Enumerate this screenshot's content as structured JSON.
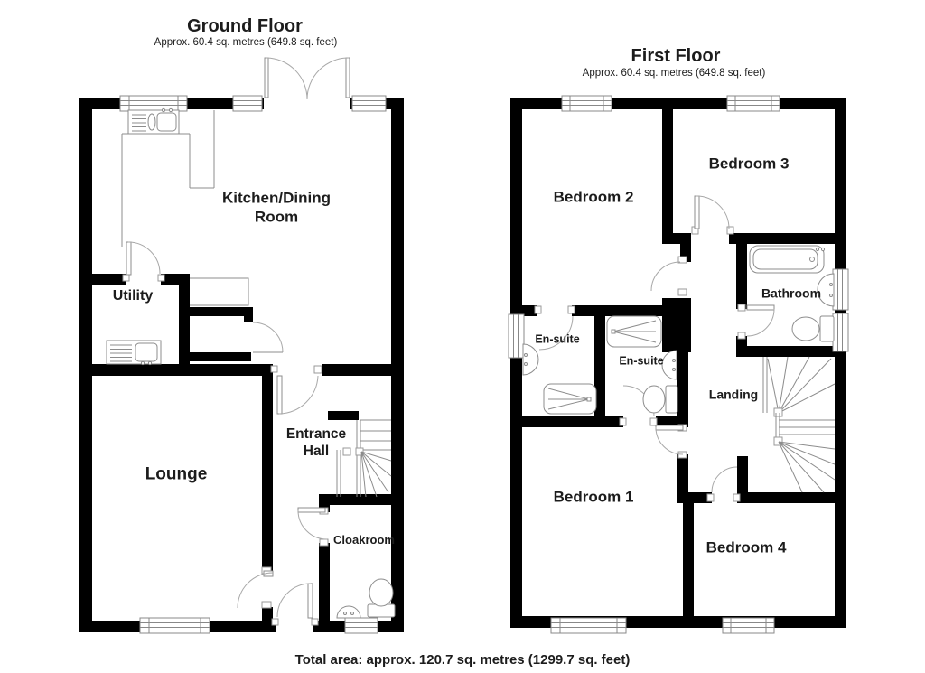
{
  "ground_floor": {
    "title": "Ground Floor",
    "subtitle": "Approx. 60.4 sq. metres (649.8 sq. feet)",
    "rooms": {
      "kitchen_line1": "Kitchen/Dining",
      "kitchen_line2": "Room",
      "utility": "Utility",
      "lounge": "Lounge",
      "entrance_line1": "Entrance",
      "entrance_line2": "Hall",
      "cloakroom": "Cloakroom"
    }
  },
  "first_floor": {
    "title": "First Floor",
    "subtitle": "Approx. 60.4 sq. metres (649.8 sq. feet)",
    "rooms": {
      "bedroom1": "Bedroom 1",
      "bedroom2": "Bedroom 2",
      "bedroom3": "Bedroom 3",
      "bedroom4": "Bedroom 4",
      "bathroom": "Bathroom",
      "ensuite_left": "En-suite",
      "ensuite_right": "En-suite",
      "landing": "Landing"
    }
  },
  "footer": {
    "total_area": "Total area: approx. 120.7 sq. metres (1299.7 sq. feet)"
  },
  "colors": {
    "wall": "#000000",
    "background": "#ffffff",
    "fixture_line": "#8c8c8c",
    "door_arc": "#a8a8a8",
    "text": "#1c1c1c"
  }
}
